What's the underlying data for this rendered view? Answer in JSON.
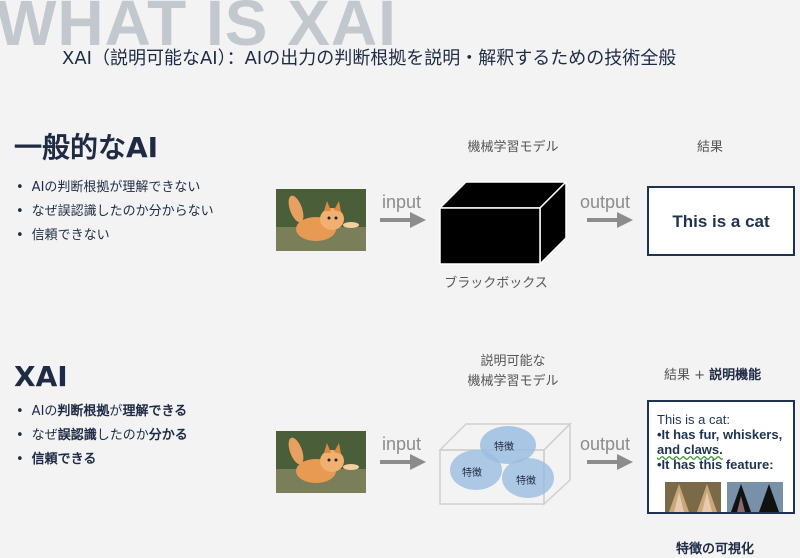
{
  "header": {
    "watermark": "WHAT IS XAI",
    "subtitle": "XAI（説明可能なAI）：AIの出力の判断根拠を説明・解釈するための技術全般"
  },
  "typical_ai": {
    "title": "一般的なAI",
    "bullets": [
      "AIの判断根拠が理解できない",
      "なぜ誤認識したのか分からない",
      "信頼できない"
    ],
    "model_label": "機械学習モデル",
    "blackbox_label": "ブラックボックス",
    "input_label": "input",
    "output_label": "output",
    "result_header": "結果",
    "result_text": "This is a cat"
  },
  "xai": {
    "title": "XAI",
    "bullets": [
      {
        "pre": "AIの",
        "bold1": "判断根拠",
        "mid": "が",
        "bold2": "理解できる"
      },
      {
        "pre": "なぜ",
        "bold1": "誤認識",
        "mid": "したのか",
        "bold2": "分かる"
      },
      {
        "pre": "",
        "bold1": "信頼できる",
        "mid": "",
        "bold2": ""
      }
    ],
    "model_label_line1": "説明可能な",
    "model_label_line2": "機械学習モデル",
    "feature_label": "特徴",
    "input_label": "input",
    "output_label": "output",
    "result_header_plain": "結果 + ",
    "result_header_bold": "説明機能",
    "result_lines": {
      "line1": "This is a cat:",
      "line2": "•It has fur, whiskers,",
      "line3": "and claws.",
      "line4": "•It has this feature:"
    },
    "visualization_label": "特徴の可視化"
  },
  "colors": {
    "text_navy": "#1f2a44",
    "arrow_gray": "#8c8c8c",
    "bubble_blue": "#9bbde0",
    "box_border": "#1f3350"
  }
}
